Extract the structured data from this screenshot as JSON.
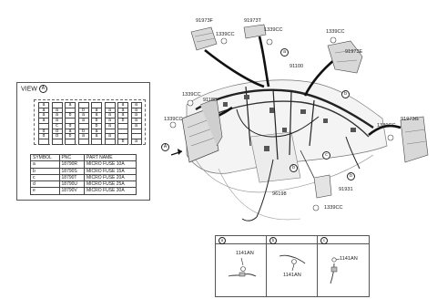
{
  "callouts": {
    "c91973F": "91973F",
    "c1339CC_top": "1339CC",
    "c91973T": "91973T",
    "c1339CC_topmid": "1339CC",
    "c1339CC_right": "1339CC",
    "c91973E": "91973E",
    "c91100": "91100",
    "c1339CC_left": "1339CC",
    "c91188": "91188",
    "c1339CC_farleft": "1339CC",
    "c1339CC_farright": "1339CC",
    "c91973G": "91973G",
    "c91931": "91931",
    "c96198": "96198",
    "c1339CC_bottom": "1339CC"
  },
  "markers": {
    "a": "a",
    "b": "b",
    "c": "c",
    "A": "A"
  },
  "view": {
    "label": "VIEW",
    "ref": "A",
    "fuse_rows": [
      [
        "a",
        "",
        "a",
        "",
        "",
        "",
        "a",
        "a"
      ],
      [
        "a",
        "a",
        "",
        "b",
        "a",
        "a",
        "a",
        "a"
      ],
      [
        "a",
        "a",
        "b",
        "a",
        "a",
        "a",
        "a",
        "a"
      ],
      [
        "a",
        "a",
        "",
        "a",
        "b",
        "a",
        "b",
        "a"
      ],
      [
        "",
        "c",
        "d",
        "",
        "b",
        "a",
        "",
        "a"
      ],
      [
        "d",
        "d",
        "a",
        "b",
        "a",
        "",
        "",
        ""
      ],
      [
        "d",
        "d",
        "b",
        "a",
        "a",
        "a",
        "",
        ""
      ],
      [
        "",
        "",
        "",
        "",
        "",
        "",
        "b",
        "a"
      ]
    ],
    "table": {
      "headers": [
        "SYMBOL",
        "PNC",
        "PART NAME"
      ],
      "rows": [
        [
          "a",
          "18790R",
          "MICRO FUSE 10A"
        ],
        [
          "b",
          "18790S",
          "MICRO FUSE 15A"
        ],
        [
          "c",
          "18790T",
          "MICRO FUSE 20A"
        ],
        [
          "d",
          "18790U",
          "MICRO FUSE 25A"
        ],
        [
          "e",
          "18790V",
          "MICRO FUSE 30A"
        ]
      ]
    }
  },
  "details": [
    {
      "letter": "a",
      "part": "1141AN"
    },
    {
      "letter": "b",
      "part": "1141AN"
    },
    {
      "letter": "c",
      "part": "1141AN"
    }
  ]
}
